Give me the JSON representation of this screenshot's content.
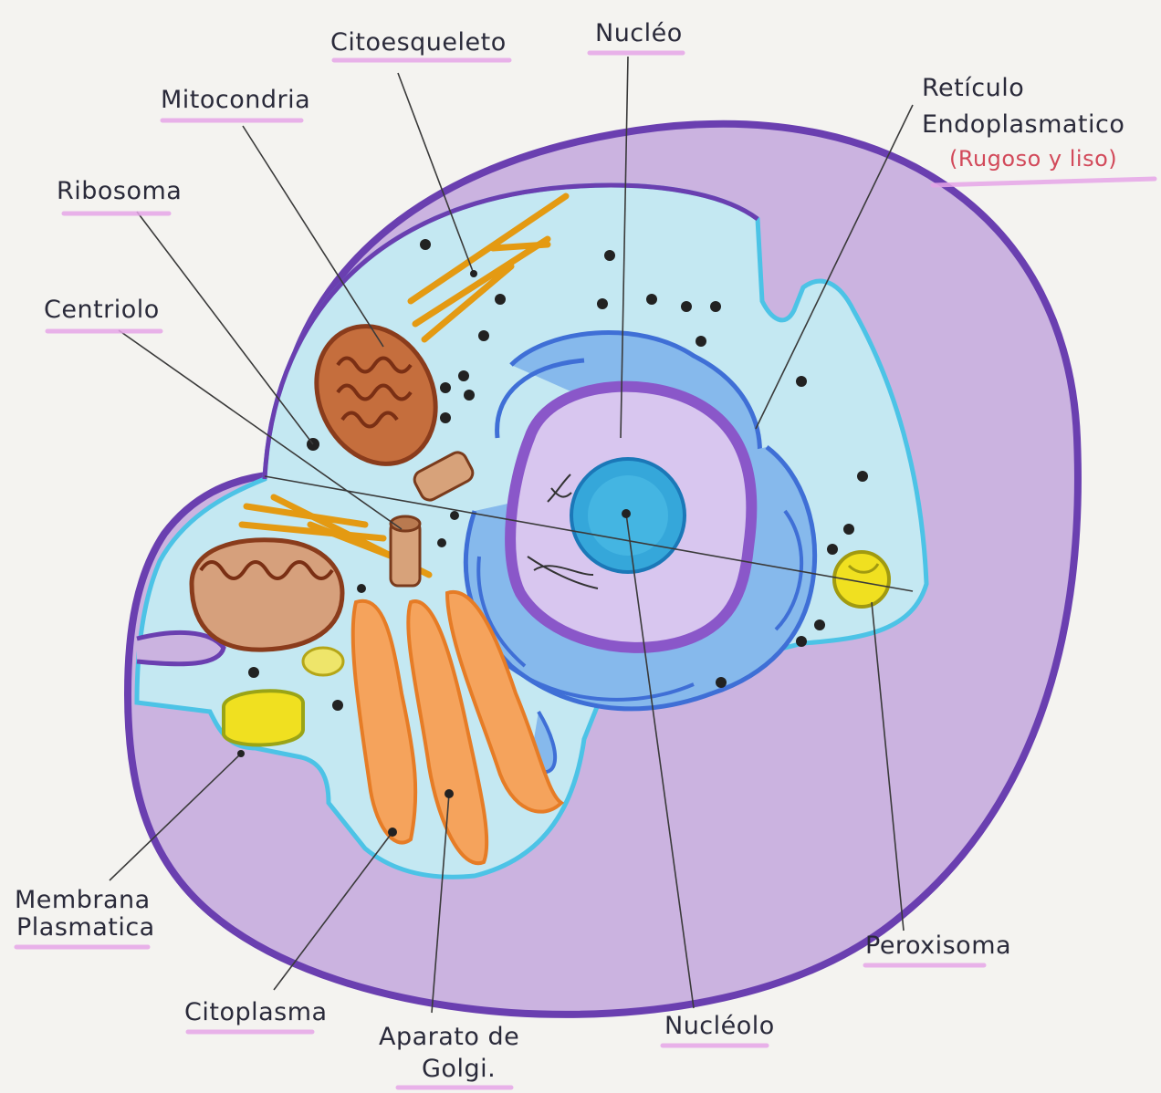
{
  "labels": {
    "citoesqueleto": "Citoesqueleto",
    "nucleo": "Nucléo",
    "mitocondria": "Mitocondria",
    "reticulo_line1": "Retículo",
    "reticulo_line2": "Endoplasmatico",
    "reticulo_sub": "(Rugoso y liso)",
    "ribosoma": "Ribosoma",
    "centriolo": "Centriolo",
    "membrana_line1": "Membrana",
    "membrana_line2": "Plasmatica",
    "peroxisoma": "Peroxisoma",
    "citoplasma": "Citoplasma",
    "golgi_line1": "Aparato de",
    "golgi_line2": "Golgi.",
    "nucleolo": "Nucléolo"
  },
  "colors": {
    "membrane_fill": "#cbb3e0",
    "membrane_stroke": "#6a3fb0",
    "cytoplasm": "#bfe6f0",
    "cytoplasm_edge": "#4cc3e6",
    "nucleus_envelope": "#8a57c9",
    "nucleus_inner": "#d8c6ef",
    "nucleolus": "#35a7da",
    "er": "#4f86e0",
    "mitochondria": "#b25a2e",
    "golgi": "#f39a4a",
    "cytoskeleton": "#f2b32a",
    "peroxisome": "#f0e020",
    "ribosome": "#1b2b2b",
    "underline": "#e6a6e8"
  }
}
